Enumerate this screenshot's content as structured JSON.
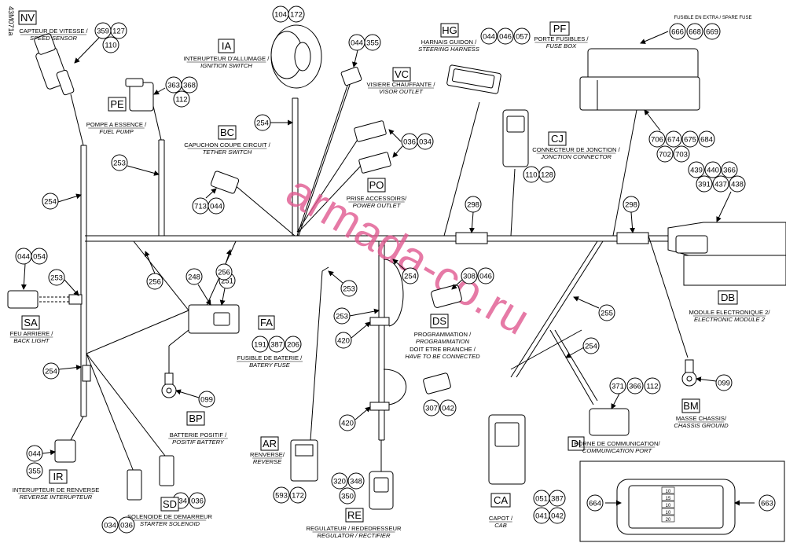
{
  "drawing_ref": "43M071a",
  "watermark": "armada-co.ru",
  "components": {
    "NV": {
      "code": "NV",
      "fr": "CAPTEUR DE VITESSE /",
      "en": "SPEED SENSOR",
      "parts": [
        "359",
        "127",
        "110"
      ]
    },
    "PE": {
      "code": "PE",
      "fr": "POMPE A ESSENCE /",
      "en": "FUEL PUMP",
      "parts": [
        "363",
        "368",
        "112"
      ]
    },
    "IA": {
      "code": "IA",
      "fr": "INTERUPTEUR D'ALLUMAGE /",
      "en": "IGNITION SWITCH",
      "parts": [
        "104",
        "172"
      ]
    },
    "VC": {
      "code": "VC",
      "fr": "VISIERE CHAUFFANTE /",
      "en": "VISOR OUTLET",
      "parts": [
        "044",
        "355"
      ]
    },
    "HG": {
      "code": "HG",
      "fr": "HARNAIS GUIDON /",
      "en": "STEERING HARNESS",
      "parts": [
        "044",
        "046",
        "057"
      ]
    },
    "PF": {
      "code": "PF",
      "fr": "PORTE FUSIBLES /",
      "en": "FUSE BOX",
      "parts": [
        "666",
        "668",
        "669",
        "706",
        "674",
        "675",
        "684",
        "702",
        "703"
      ]
    },
    "BC": {
      "code": "BC",
      "fr": "CAPUCHON COUPE CIRCUIT /",
      "en": "TETHER SWITCH",
      "parts": [
        "713",
        "044"
      ]
    },
    "CJ": {
      "code": "CJ",
      "fr": "CONNECTEUR DE JONCTION /",
      "en": "JONCTION CONNECTOR",
      "parts": [
        "110",
        "128"
      ]
    },
    "PO": {
      "code": "PO",
      "fr": "PRISE ACCESSOIRS/",
      "en": "POWER OUTLET",
      "parts": [
        "036",
        "034"
      ]
    },
    "SA": {
      "code": "SA",
      "fr": "FEU ARRIERE /",
      "en": "BACK LIGHT",
      "parts": [
        "044",
        "054"
      ]
    },
    "FA": {
      "code": "FA",
      "fr": "FUSIBLE DE BATERIE /",
      "en": "BATERY FUSE",
      "parts": [
        "248",
        "251",
        "191",
        "387",
        "206"
      ]
    },
    "DS": {
      "code": "DS",
      "fr1": "PROGRAMMATION /",
      "en1": "PROGRAMMATION",
      "fr2": "DOIT ETRE BRANCHE /",
      "en2": "HAVE TO BE CONNECTED",
      "parts": [
        "308",
        "046"
      ]
    },
    "DB": {
      "code": "DB",
      "fr": "MODULE ELECTRONIQUE 2/",
      "en": "ELECTRONIC MODULE 2",
      "parts": [
        "439",
        "440",
        "366",
        "391",
        "437",
        "438"
      ]
    },
    "BP": {
      "code": "BP",
      "fr": "BATTERIE POSITIF /",
      "en": "POSITIF BATTERY",
      "parts": [
        "099"
      ]
    },
    "BM": {
      "code": "BM",
      "fr": "MASSE CHASSIS/",
      "en": "CHASSIS GROUND",
      "parts": [
        "099"
      ]
    },
    "AR": {
      "code": "AR",
      "fr": "RENVERSE/",
      "en": "REVERSE",
      "parts": [
        "593",
        "172"
      ]
    },
    "IR": {
      "code": "IR",
      "fr": "INTERUPTEUR DE RENVERSE",
      "en": "REVERSE INTERUPTEUR",
      "parts": [
        "044",
        "355"
      ]
    },
    "SD": {
      "code": "SD",
      "fr": "SOLENOIDE DE DEMARREUR",
      "en": "STARTER SOLENOID",
      "parts": [
        "034",
        "036",
        "034",
        "036"
      ]
    },
    "RE": {
      "code": "RE",
      "fr": "REGULATEUR / REDEDRESSEUR",
      "en": "REGULATOR / RECTIFIER",
      "parts": [
        "320",
        "348",
        "350"
      ]
    },
    "CA": {
      "code": "CA",
      "fr": "CAPOT /",
      "en": "CAB",
      "parts": [
        "051",
        "387",
        "041",
        "042"
      ]
    },
    "DI": {
      "code": "DI",
      "fr": "BORNE DE COMMUNICATION/",
      "en": "COMMUNICATION PORT",
      "parts": [
        "371",
        "366",
        "112"
      ]
    }
  },
  "spare_fuse_label": "FUSIBLE EN EXTRA / SPARE FUSE",
  "harness_labels": {
    "h254a": "254",
    "h254b": "254",
    "h254c": "254",
    "h254d": "254",
    "h254e": "254",
    "h253a": "253",
    "h253b": "253",
    "h253c": "253",
    "h253d": "253",
    "h256a": "256",
    "h256b": "256",
    "h298a": "298",
    "h298b": "298",
    "h255": "255",
    "h420a": "420",
    "h420b": "420",
    "p307": "307",
    "p042": "042"
  },
  "inset": {
    "left": "664",
    "right": "663",
    "fuse_values": [
      "10",
      "15",
      "10",
      "10",
      "20"
    ]
  }
}
